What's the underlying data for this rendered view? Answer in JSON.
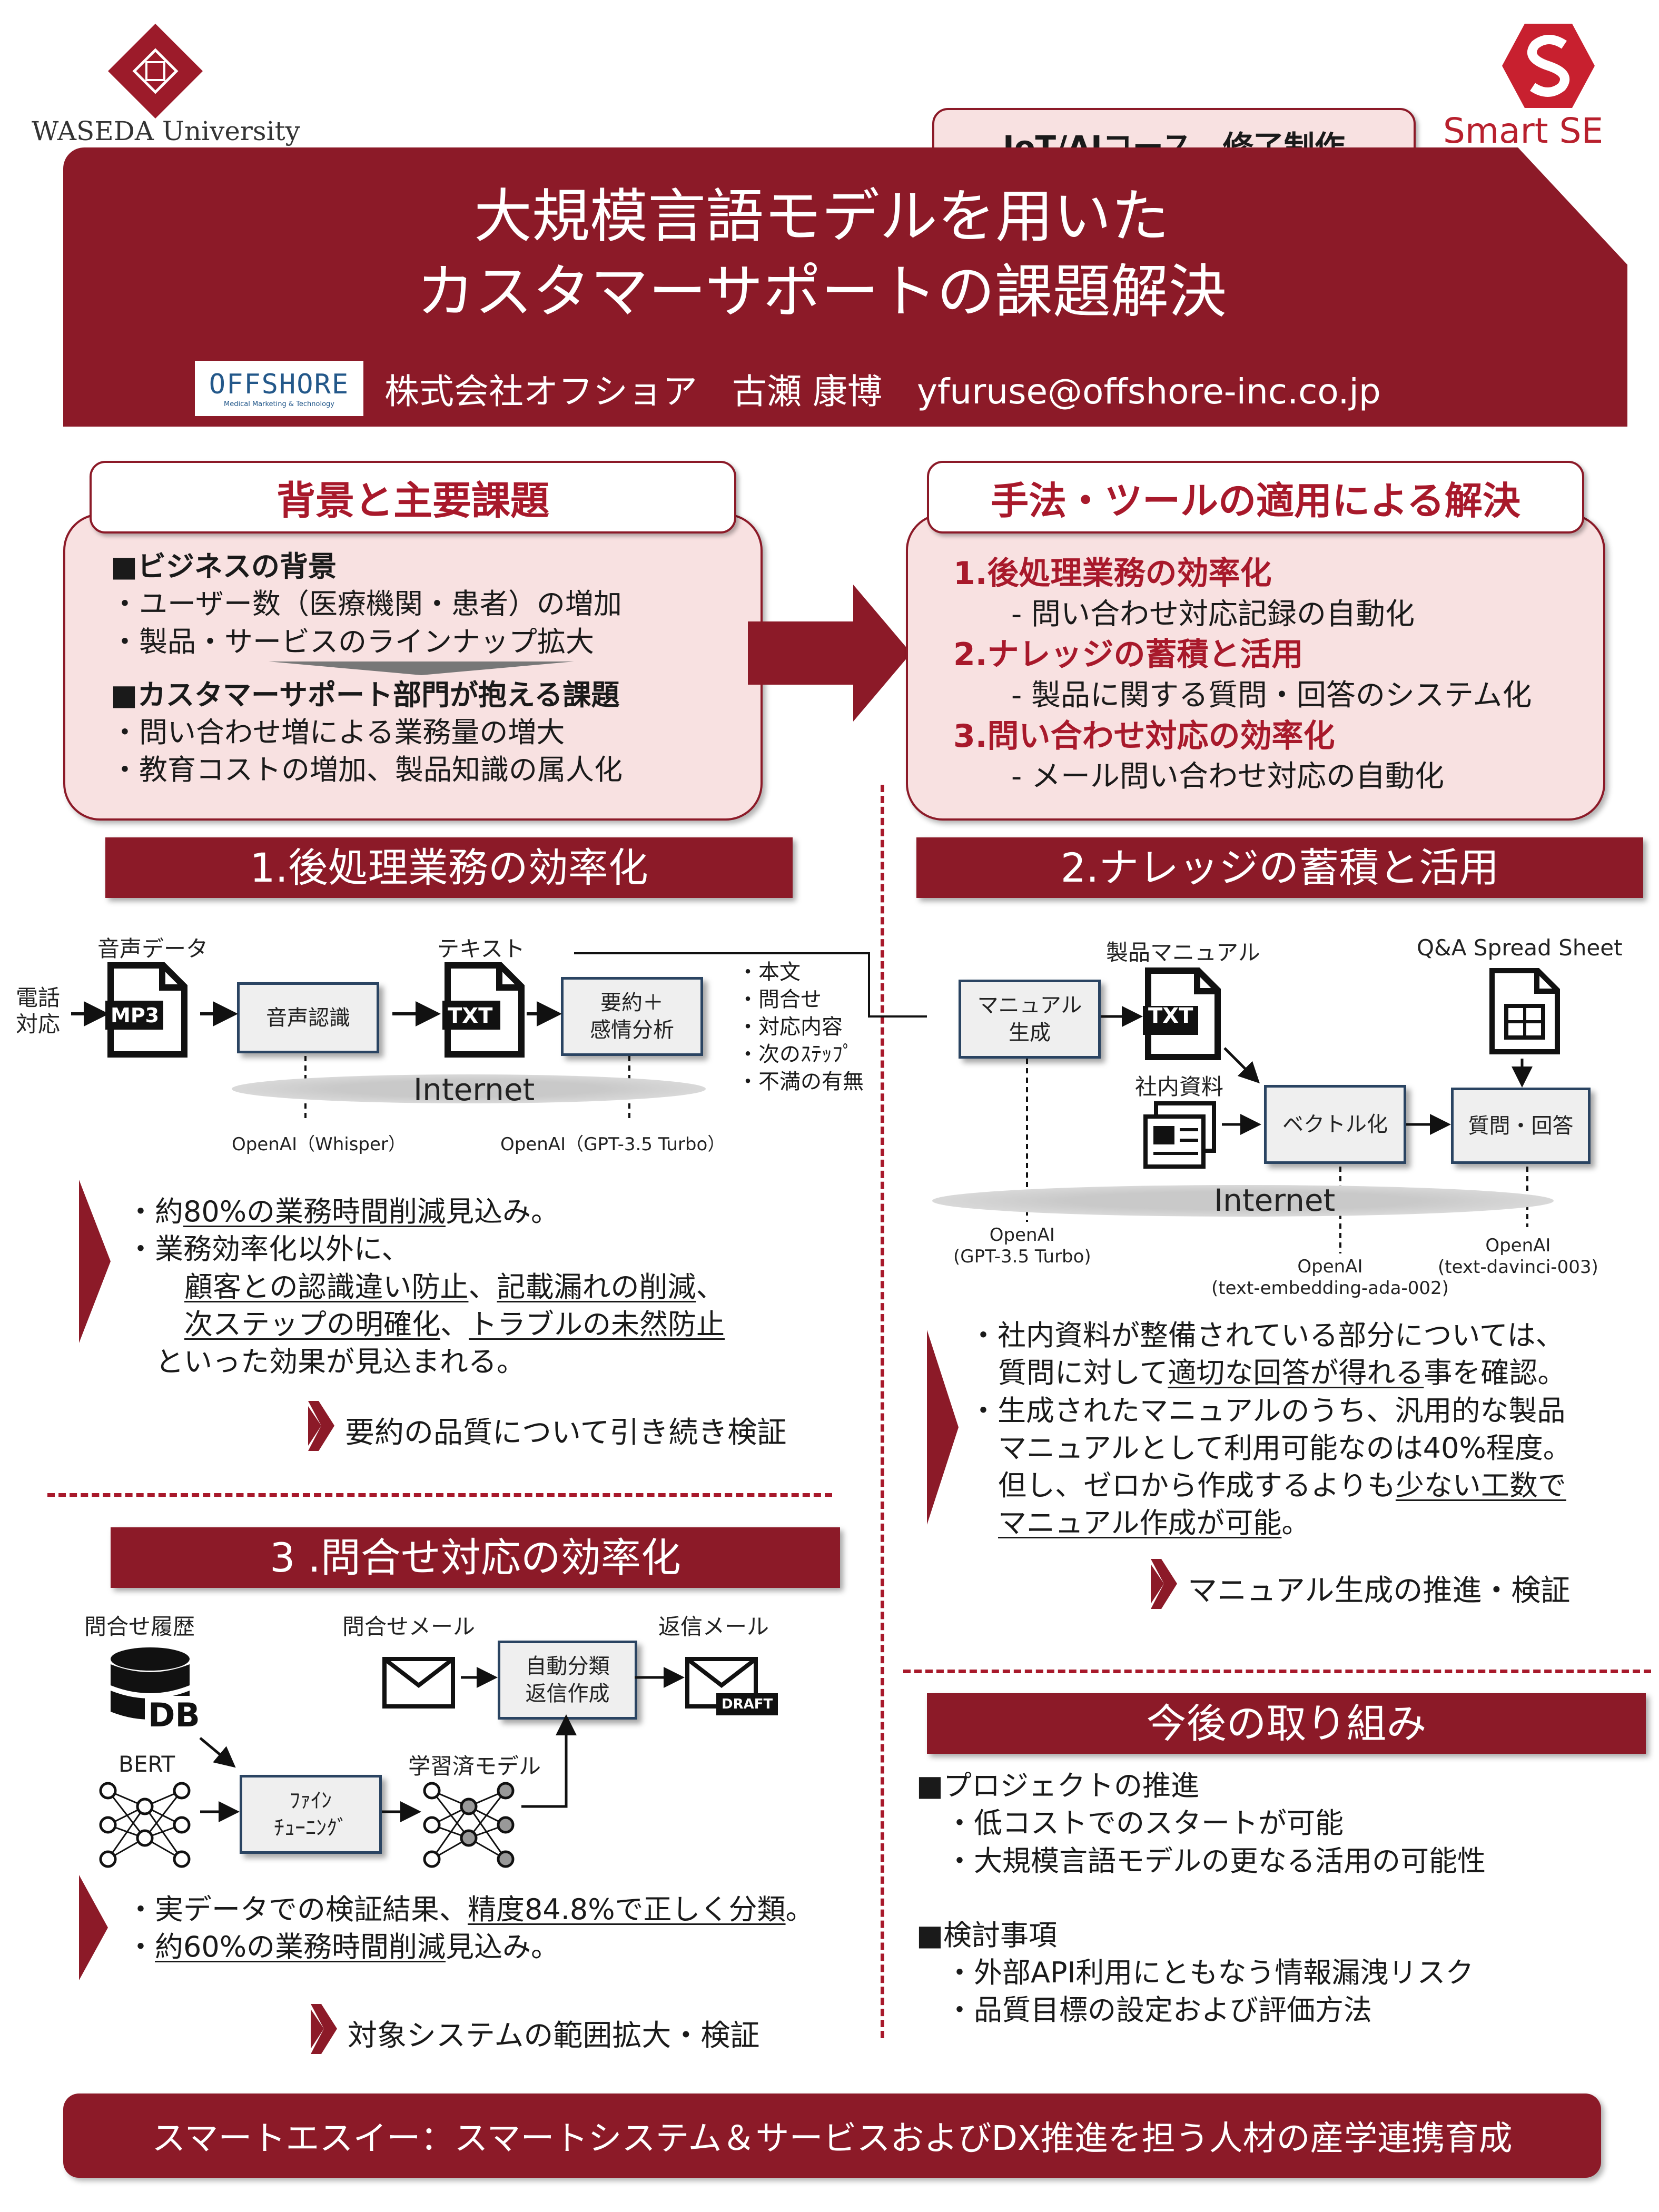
{
  "header": {
    "university": "WASEDA University",
    "brand": "Smart SE",
    "course_tag": "IoT/AIコース　修了制作",
    "title_line1": "大規模言語モデルを用いた",
    "title_line2": "カスタマーサポートの課題解決",
    "company_logo": "OFFSHORE",
    "company_logo_sub": "Medical Marketing & Technology",
    "author_line": "株式会社オフショア　古瀬 康博　yfuruse@offshore-inc.co.jp"
  },
  "background": {
    "heading": "背景と主要課題",
    "business_title": "■ビジネスの背景",
    "business_items": [
      "・ユーザー数（医療機関・患者）の増加",
      "・製品・サービスのラインナップ拡大"
    ],
    "issues_title": "■カスタマーサポート部門が抱える課題",
    "issues_items": [
      "・問い合わせ増による業務量の増大",
      "・教育コストの増加、製品知識の属人化"
    ]
  },
  "solution": {
    "heading": "手法・ツールの適用による解決",
    "items": [
      {
        "title": "1.後処理業務の効率化",
        "sub": "- 問い合わせ対応記録の自動化"
      },
      {
        "title": "2.ナレッジの蓄積と活用",
        "sub": "- 製品に関する質問・回答のシステム化"
      },
      {
        "title": "3.問い合わせ対応の効率化",
        "sub": "- メール問い合わせ対応の自動化"
      }
    ]
  },
  "section1": {
    "heading": "1.後処理業務の効率化",
    "diagram": {
      "phone": "電話\n対応",
      "audio_label": "音声データ",
      "mp3": "MP3",
      "stt": "音声認識",
      "text_label": "テキスト",
      "txt": "TXT",
      "summary": "要約＋\n感情分析",
      "outputs": [
        "・本文",
        "・問合せ",
        "・対応内容",
        "・次のｽﾃｯﾌﾟ",
        "・不満の有無"
      ],
      "internet": "Internet",
      "api1": "OpenAI（Whisper）",
      "api2": "OpenAI（GPT-3.5 Turbo）"
    },
    "result1_prefix": "・約",
    "result1_ul": "80%の業務時間削減",
    "result1_suffix": "見込み。",
    "result2": "・業務効率化以外に、",
    "effect_a": "顧客との認識違い防止",
    "effect_sep1": "、",
    "effect_b": "記載漏れの削減",
    "effect_sep2": "、",
    "effect_c": "次ステップの明確化",
    "effect_sep3": "、",
    "effect_d": "トラブルの未然防止",
    "effect_tail": "といった効果が見込まれる。",
    "next": "要約の品質について引き続き検証"
  },
  "section2": {
    "heading": "2.ナレッジの蓄積と活用",
    "diagram": {
      "manual_label": "製品マニュアル",
      "qa_label": "Q&A Spread Sheet",
      "manual_gen": "マニュアル\n生成",
      "txt": "TXT",
      "internal_label": "社内資料",
      "vectorize": "ベクトル化",
      "qa": "質問・回答",
      "internet": "Internet",
      "api1": "OpenAI\n(GPT-3.5 Turbo)",
      "api2": "OpenAI\n(text-embedding-ada-002)",
      "api3": "OpenAI\n(text-davinci-003)"
    },
    "r1_a": "・社内資料が整備されている部分については、",
    "r1_b_pre": "質問に対して",
    "r1_b_ul": "適切な回答が得れる",
    "r1_b_post": "事を確認。",
    "r2_a": "・生成されたマニュアルのうち、汎用的な製品",
    "r2_b": "マニュアルとして利用可能なのは40%程度。",
    "r2_c_pre": "但し、ゼロから作成するよりも",
    "r2_c_ul": "少ない工数で",
    "r2_d_ul": "マニュアル作成が可能",
    "r2_d_post": "。",
    "next": "マニュアル生成の推進・検証"
  },
  "section3": {
    "heading": "3 .問合せ対応の効率化",
    "diagram": {
      "history": "問合せ履歴",
      "db": "DB",
      "mail_in": "問合せメール",
      "classify": "自動分類\n返信作成",
      "mail_out": "返信メール",
      "draft": "DRAFT",
      "bert": "BERT",
      "finetune": "ﾌｧｲﾝ\nﾁｭｰﾆﾝｸﾞ",
      "trained": "学習済モデル"
    },
    "r1_pre": "・実データでの検証結果、",
    "r1_ul": "精度84.8%で正しく分類",
    "r1_post": "。",
    "r2_pre": "・",
    "r2_ul": "約60%の業務時間削減",
    "r2_post": "見込み。",
    "next": "対象システムの範囲拡大・検証"
  },
  "future": {
    "heading": "今後の取り組み",
    "p1_title": "■プロジェクトの推進",
    "p1_items": [
      "・低コストでのスタートが可能",
      "・大規模言語モデルの更なる活用の可能性"
    ],
    "p2_title": "■検討事項",
    "p2_items": [
      "・外部API利用にともなう情報漏洩リスク",
      "・品質目標の設定および評価方法"
    ]
  },
  "footer": {
    "text": "スマートエスイー：スマートシステム＆サービスおよびDX推進を担う人材の産学連携育成"
  },
  "colors": {
    "accent": "#8c1a28",
    "pink": "#f8e1e1",
    "heading_red": "#a8192b"
  }
}
